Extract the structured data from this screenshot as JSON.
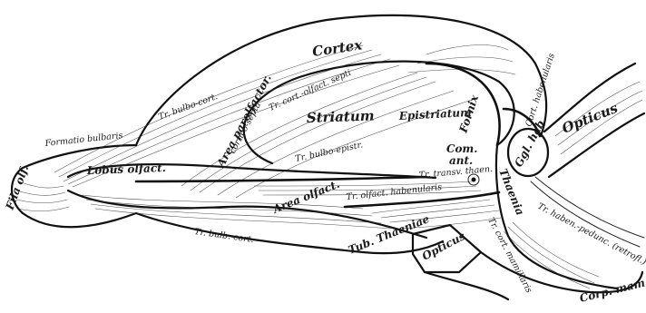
{
  "labels": {
    "cortex": "Cortex",
    "tr_cort_olfact_septi": "Tr. cort.-olfact. septi",
    "tr_bulbo_cort_upper": "Tr. bulbo-cort.",
    "area_parolfactor": "Area parolfactor.",
    "striatum": "Striatum",
    "epistriatum": "Epistriatum",
    "fornix": "Fornix",
    "cort_habenularis": "Cort. habenularis",
    "opticus_right": "Opticus",
    "formatio_bulbaris": "Formatio bulbaris",
    "cortico_septa": "cortico-septa",
    "tr_bulbo_epistr": "Tr. bulbo-epistr.",
    "com_ant": "Com.",
    "com_ant_2": "ant.",
    "ggl_hab": "Ggl. hab.",
    "fila_olf": "Fila olf.",
    "lobus_olfact": "Lobus olfact.",
    "tr_transv_thaen": "Tr. transv. thaen.",
    "thaenia": "Thaenia",
    "tr_olfact_habenularis": "Tr. olfact. habenularis",
    "area_olfact": "Area olfact.",
    "tr_bulb_cort_lower": "Tr. bulb.-cort.",
    "tub_thaeniae": "Tub. Thaeniae",
    "tr_haben_pedunc": "Tr. haben.-pedunc. (retrofl.)",
    "tr_cort_mamillaris": "Tr. cort. mamillaris",
    "opticus_lower": "Opticus",
    "corp_mam": "Corp. mam."
  }
}
